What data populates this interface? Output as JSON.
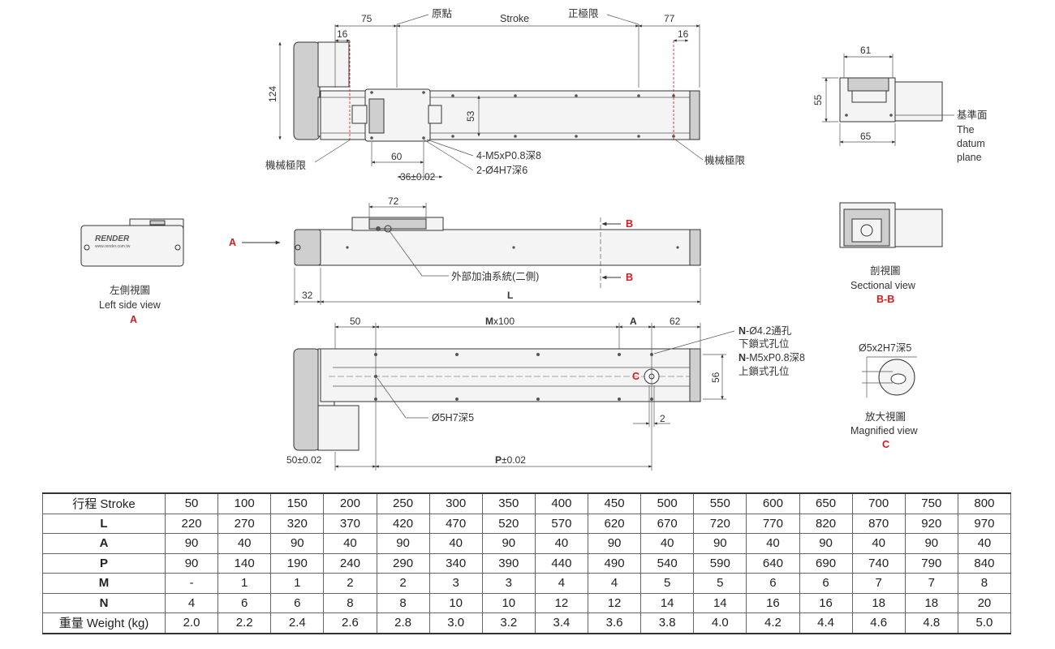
{
  "top_view": {
    "dim_75": "75",
    "dim_77": "77",
    "dim_16_left": "16",
    "dim_16_right": "16",
    "origin_label": "原點",
    "stroke_label": "Stroke",
    "positive_limit_label": "正極限",
    "dim_124": "124",
    "dim_53": "53",
    "dim_60": "60",
    "dim_36": "36±0.02",
    "mech_limit_left": "機械極限",
    "mech_limit_right": "機械極限",
    "callout_m5": "4-M5xP0.8深8",
    "callout_dowel": "2-Ø4H7深6"
  },
  "side_view": {
    "dim_72": "72",
    "dim_32": "32",
    "dim_L": "L",
    "arrow_A": "A",
    "section_B_top": "B",
    "section_B_bottom": "B",
    "oil_label": "外部加油系統(二側)"
  },
  "bottom_view": {
    "dim_50": "50",
    "dim_M_bold": "M",
    "dim_M_rest": "x100",
    "dim_A": "A",
    "dim_62": "62",
    "dim_56": "56",
    "dim_2": "2",
    "dim_50_tol": "50±0.02",
    "dim_P_bold": "P",
    "dim_P_rest": "±0.02",
    "point_C": "C",
    "hole_label": "Ø5H7深5",
    "n_line1_bold": "N",
    "n_line1_rest": "-Ø4.2通孔",
    "n_line2": "下鎖式孔位",
    "n_line3_bold": "N",
    "n_line3_rest": "-M5xP0.8深8",
    "n_line4": "上鎖式孔位"
  },
  "left_side_view": {
    "logo_text": "RENDER",
    "logo_sub": "www.render.com.tw",
    "title_cn": "左側視圖",
    "title_en": "Left side view",
    "tag": "A"
  },
  "end_view": {
    "dim_61": "61",
    "dim_55": "55",
    "dim_65": "65",
    "datum_cn": "基準面",
    "datum_en_1": "The",
    "datum_en_2": "datum",
    "datum_en_3": "plane"
  },
  "sectional_view": {
    "title_cn": "剖視圖",
    "title_en": "Sectional view",
    "tag": "B-B"
  },
  "magnified_view": {
    "dim": "Ø5x2H7深5",
    "title_cn": "放大視圖",
    "title_en": "Magnified view",
    "tag": "C"
  },
  "spec_table": {
    "rows": [
      {
        "label": "行程  Stroke",
        "bold": false,
        "values": [
          "50",
          "100",
          "150",
          "200",
          "250",
          "300",
          "350",
          "400",
          "450",
          "500",
          "550",
          "600",
          "650",
          "700",
          "750",
          "800"
        ]
      },
      {
        "label": "L",
        "bold": true,
        "values": [
          "220",
          "270",
          "320",
          "370",
          "420",
          "470",
          "520",
          "570",
          "620",
          "670",
          "720",
          "770",
          "820",
          "870",
          "920",
          "970"
        ]
      },
      {
        "label": "A",
        "bold": true,
        "values": [
          "90",
          "40",
          "90",
          "40",
          "90",
          "40",
          "90",
          "40",
          "90",
          "40",
          "90",
          "40",
          "90",
          "40",
          "90",
          "40"
        ]
      },
      {
        "label": "P",
        "bold": true,
        "values": [
          "90",
          "140",
          "190",
          "240",
          "290",
          "340",
          "390",
          "440",
          "490",
          "540",
          "590",
          "640",
          "690",
          "740",
          "790",
          "840"
        ]
      },
      {
        "label": "M",
        "bold": true,
        "values": [
          "-",
          "1",
          "1",
          "2",
          "2",
          "3",
          "3",
          "4",
          "4",
          "5",
          "5",
          "6",
          "6",
          "7",
          "7",
          "8"
        ]
      },
      {
        "label": "N",
        "bold": true,
        "values": [
          "4",
          "6",
          "6",
          "8",
          "8",
          "10",
          "10",
          "12",
          "12",
          "14",
          "14",
          "16",
          "16",
          "18",
          "18",
          "20"
        ]
      },
      {
        "label": "重量 Weight (kg)",
        "bold": false,
        "values": [
          "2.0",
          "2.2",
          "2.4",
          "2.6",
          "2.8",
          "3.0",
          "3.2",
          "3.4",
          "3.6",
          "3.8",
          "4.0",
          "4.2",
          "4.4",
          "4.6",
          "4.8",
          "5.0"
        ]
      }
    ]
  }
}
